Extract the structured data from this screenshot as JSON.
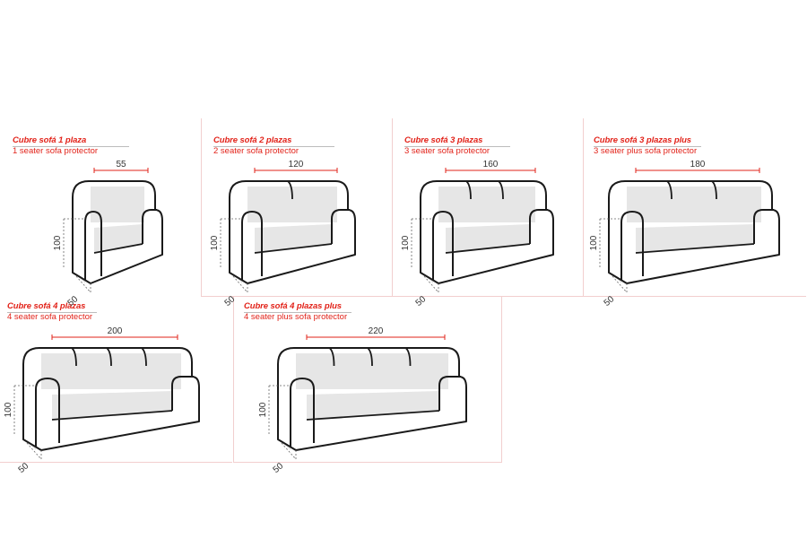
{
  "panels": [
    {
      "title": "Cubre sofá 1 plaza",
      "subtitle": "1 seater sofa protector",
      "width_label": "55",
      "height_label": "100",
      "depth_label": "50",
      "seats": 1
    },
    {
      "title": "Cubre sofá 2 plazas",
      "subtitle": "2 seater sofa protector",
      "width_label": "120",
      "height_label": "100",
      "depth_label": "50",
      "seats": 2
    },
    {
      "title": "Cubre sofá 3 plazas",
      "subtitle": "3 seater sofa protector",
      "width_label": "160",
      "height_label": "100",
      "depth_label": "50",
      "seats": 3
    },
    {
      "title": "Cubre sofá 3 plazas plus",
      "subtitle": "3 seater plus sofa protector",
      "width_label": "180",
      "height_label": "100",
      "depth_label": "50",
      "seats": 3
    },
    {
      "title": "Cubre sofá 4 plazas",
      "subtitle": "4 seater sofa protector",
      "width_label": "200",
      "height_label": "100",
      "depth_label": "50",
      "seats": 4
    },
    {
      "title": "Cubre sofá 4 plazas plus",
      "subtitle": "4 seater plus sofa protector",
      "width_label": "220",
      "height_label": "100",
      "depth_label": "50",
      "seats": 4
    }
  ],
  "colors": {
    "accent": "#e2231a",
    "outline": "#1a1a1a",
    "cover": "#e6e6e6",
    "border": "#f2cfcf"
  }
}
